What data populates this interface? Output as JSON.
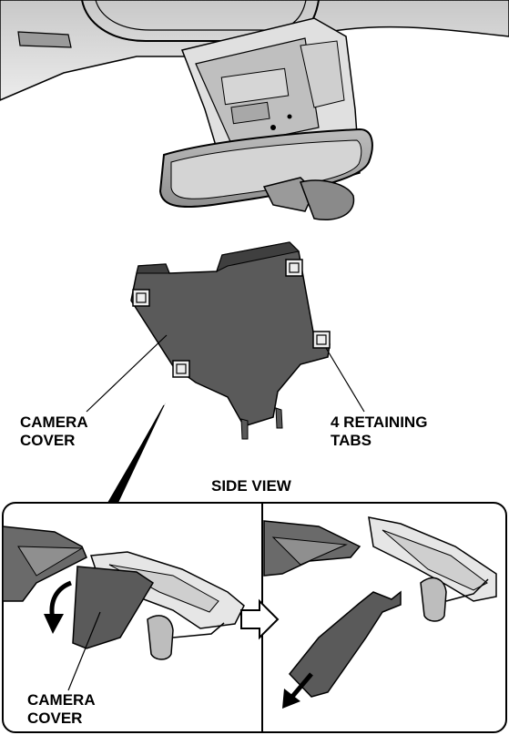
{
  "labels": {
    "camera_cover_top_line1": "CAMERA",
    "camera_cover_top_line2": "COVER",
    "retaining_tabs_line1": "4 RETAINING",
    "retaining_tabs_line2": "TABS",
    "side_view": "SIDE VIEW",
    "camera_cover_bottom_line1": "CAMERA",
    "camera_cover_bottom_line2": "COVER"
  },
  "colors": {
    "cover_fill": "#5a5a5a",
    "cover_dark": "#3f3f3f",
    "panel_light": "#d9d9d9",
    "outline": "#000000"
  }
}
